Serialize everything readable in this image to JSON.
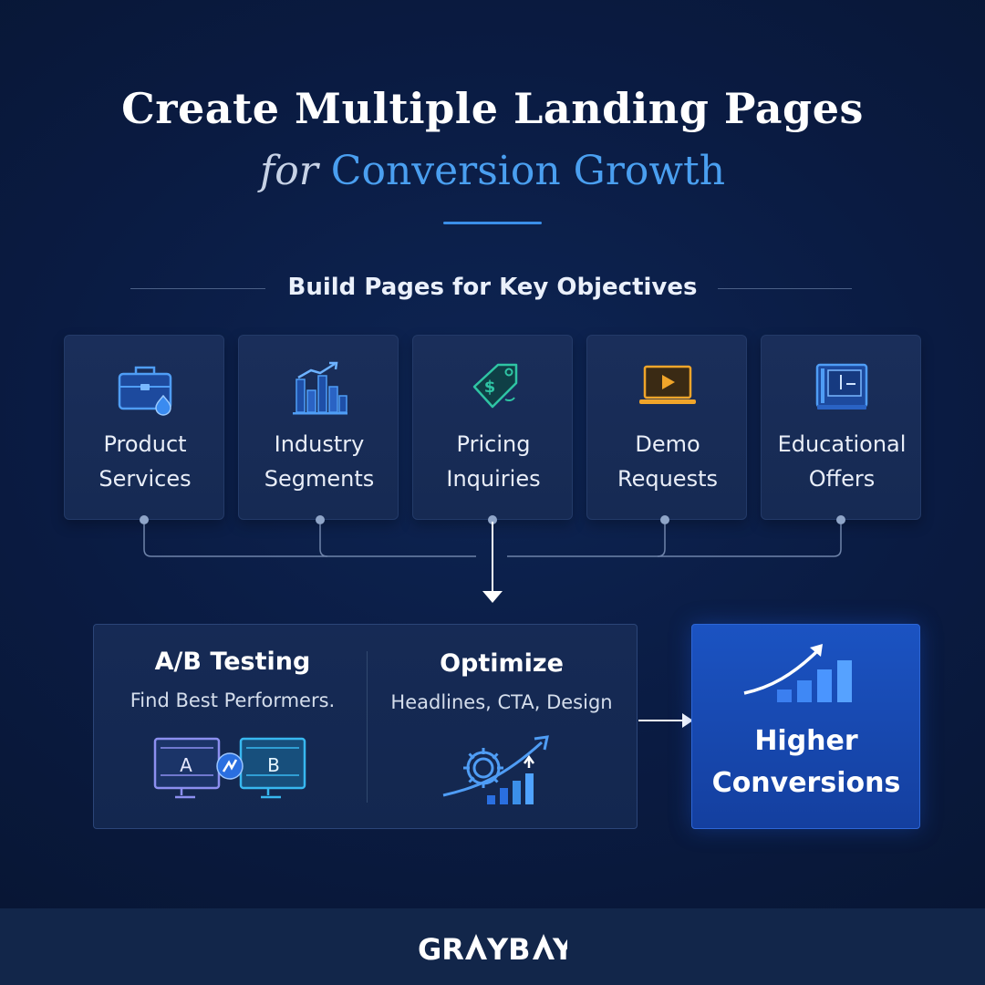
{
  "header": {
    "title": "Create Multiple Landing Pages",
    "subtitle_lead": "for",
    "subtitle_accent": "Conversion Growth"
  },
  "section": {
    "heading": "Build Pages for Key Objectives"
  },
  "objectives": [
    {
      "line1": "Product",
      "line2": "Services",
      "icon": "briefcase-icon"
    },
    {
      "line1": "Industry",
      "line2": "Segments",
      "icon": "bar-chart-icon"
    },
    {
      "line1": "Pricing",
      "line2": "Inquiries",
      "icon": "price-tag-icon"
    },
    {
      "line1": "Demo",
      "line2": "Requests",
      "icon": "laptop-play-icon"
    },
    {
      "line1": "Educational",
      "line2": "Offers",
      "icon": "book-icon"
    }
  ],
  "process": {
    "ab_title": "A/B Testing",
    "ab_subtitle": "Find Best Performers.",
    "variant_a": "A",
    "variant_b": "B",
    "optimize_title": "Optimize",
    "optimize_subtitle": "Headlines, CTA, Design"
  },
  "result": {
    "line1": "Higher",
    "line2": "Conversions"
  },
  "brand": {
    "logo_text": "GRAYBAY"
  },
  "colors": {
    "background": "#0a1b42",
    "accent": "#4a9ff0",
    "card": "#172b55",
    "result_box": "#1a4fbf",
    "footer": "#12264a"
  }
}
